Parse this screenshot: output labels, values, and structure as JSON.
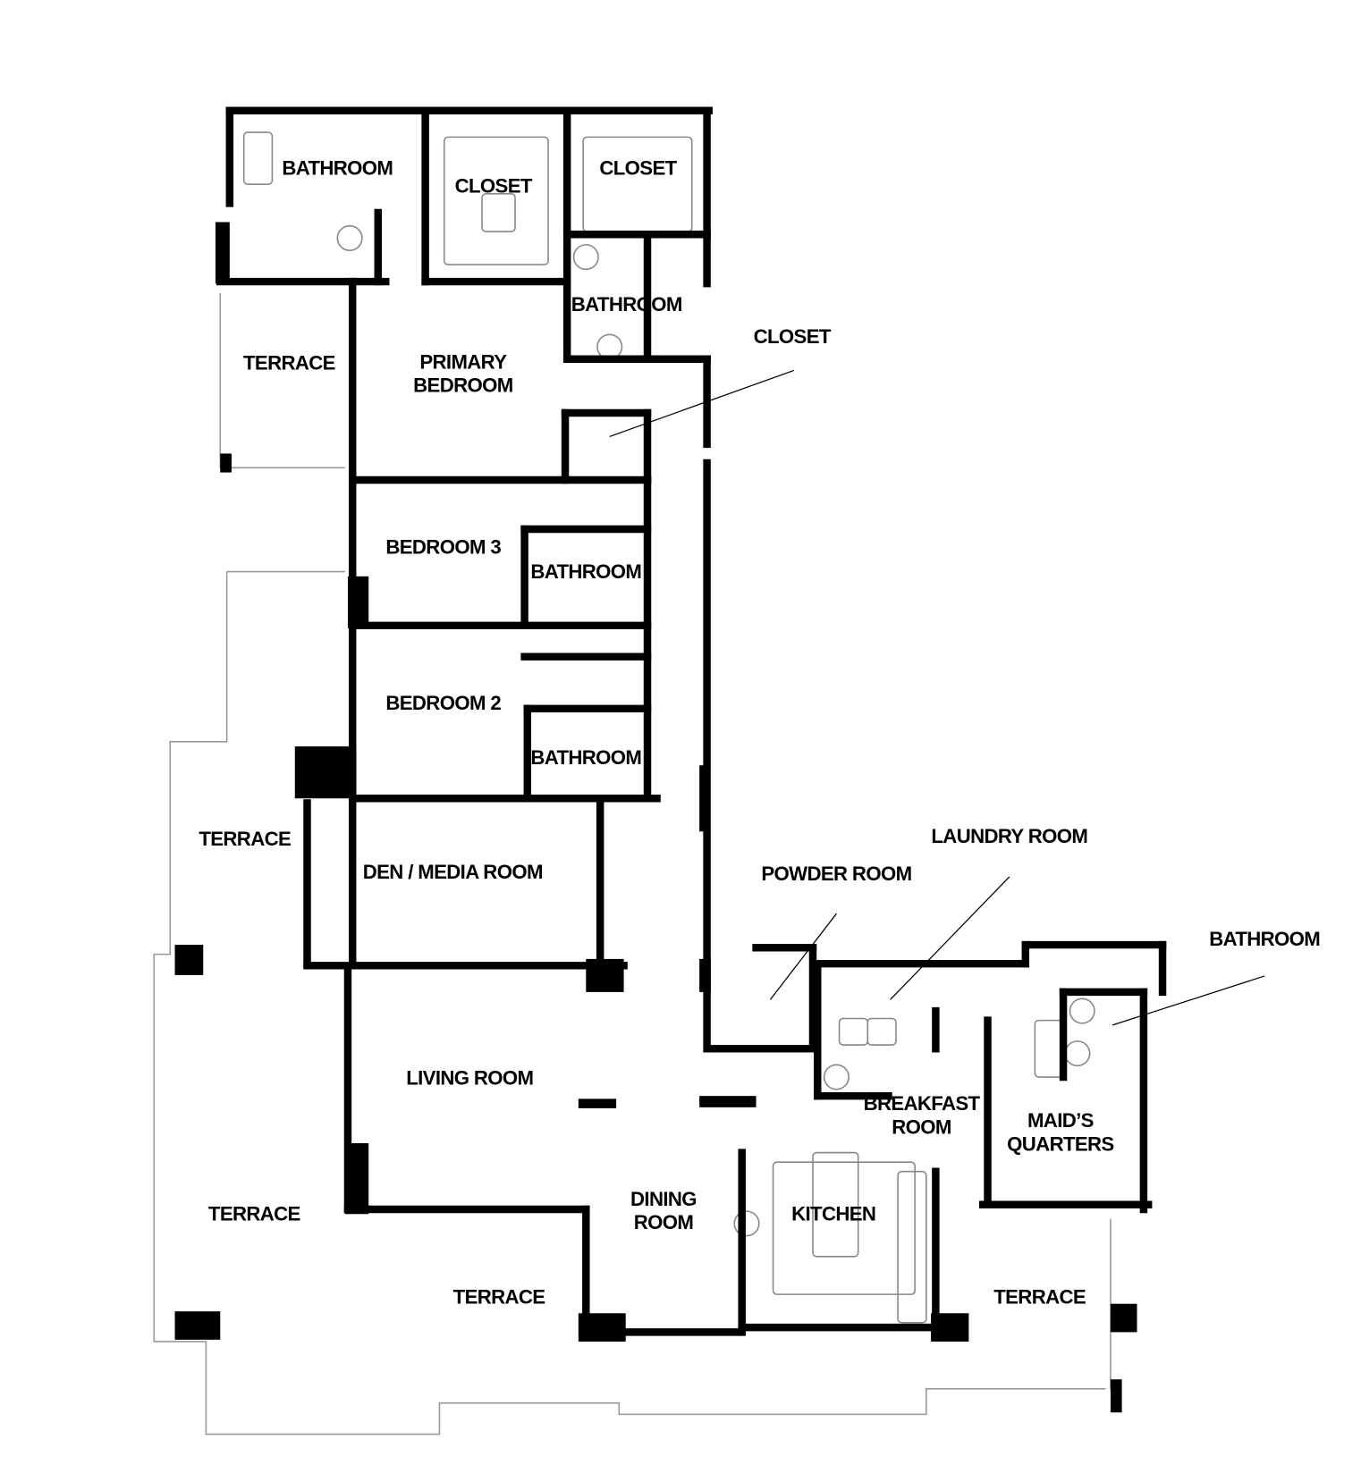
{
  "plan": {
    "rooms": [
      {
        "id": "primary-bathroom",
        "lines": [
          "BATHROOM"
        ]
      },
      {
        "id": "primary-closet",
        "lines": [
          "CLOSET"
        ]
      },
      {
        "id": "closet-2",
        "lines": [
          "CLOSET"
        ]
      },
      {
        "id": "bathroom-2",
        "lines": [
          "BATHROOM"
        ]
      },
      {
        "id": "closet-callout",
        "lines": [
          "CLOSET"
        ]
      },
      {
        "id": "terrace-primary",
        "lines": [
          "TERRACE"
        ]
      },
      {
        "id": "primary-bedroom",
        "lines": [
          "PRIMARY",
          "BEDROOM"
        ]
      },
      {
        "id": "bedroom-3",
        "lines": [
          "BEDROOM 3"
        ]
      },
      {
        "id": "bathroom-bed3",
        "lines": [
          "BATHROOM"
        ]
      },
      {
        "id": "bedroom-2",
        "lines": [
          "BEDROOM 2"
        ]
      },
      {
        "id": "bathroom-bed2",
        "lines": [
          "BATHROOM"
        ]
      },
      {
        "id": "terrace-den",
        "lines": [
          "TERRACE"
        ]
      },
      {
        "id": "den-media-room",
        "lines": [
          "DEN / MEDIA ROOM"
        ]
      },
      {
        "id": "laundry-room",
        "lines": [
          "LAUNDRY ROOM"
        ]
      },
      {
        "id": "powder-room",
        "lines": [
          "POWDER ROOM"
        ]
      },
      {
        "id": "bathroom-maid",
        "lines": [
          "BATHROOM"
        ]
      },
      {
        "id": "living-room",
        "lines": [
          "LIVING ROOM"
        ]
      },
      {
        "id": "breakfast-room",
        "lines": [
          "BREAKFAST",
          "ROOM"
        ]
      },
      {
        "id": "maids-quarters",
        "lines": [
          "MAID’S",
          "QUARTERS"
        ]
      },
      {
        "id": "terrace-living",
        "lines": [
          "TERRACE"
        ]
      },
      {
        "id": "dining-room",
        "lines": [
          "DINING",
          "ROOM"
        ]
      },
      {
        "id": "kitchen",
        "lines": [
          "KITCHEN"
        ]
      },
      {
        "id": "terrace-south",
        "lines": [
          "TERRACE"
        ]
      },
      {
        "id": "terrace-east",
        "lines": [
          "TERRACE"
        ]
      }
    ]
  }
}
